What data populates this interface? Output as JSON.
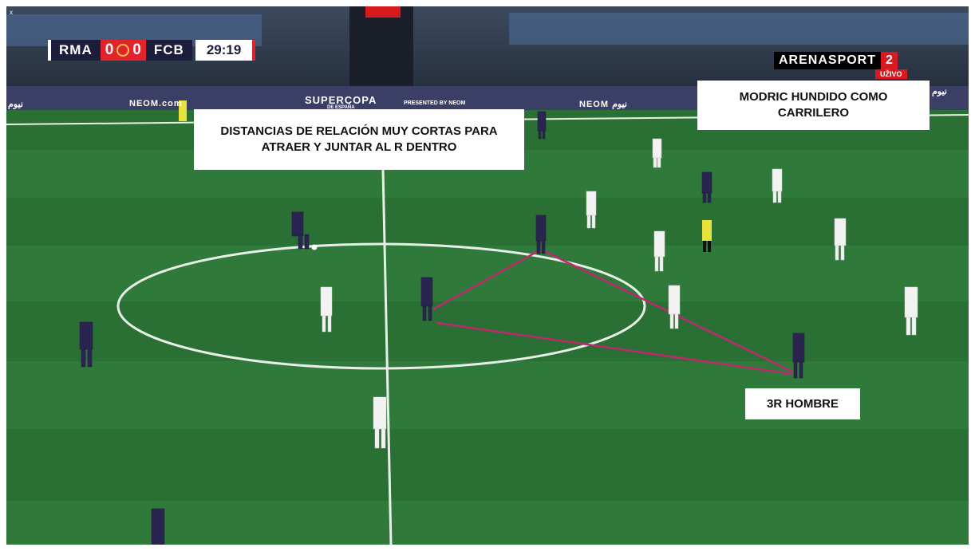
{
  "scoreboard": {
    "home_team": "RMA",
    "home_score": "0",
    "away_score": "0",
    "away_team": "FCB",
    "clock": "29:19"
  },
  "broadcaster": {
    "name": "ARENASPORT",
    "channel": "2",
    "live": "UŽIVO"
  },
  "ad_boards": {
    "left_arabic": "نيوم",
    "neom_com": "NEOM.com",
    "supercopa": "SUPERCOPA",
    "supercopa_sub": "DE ESPAÑA",
    "presented_by": "PRESENTED BY NEOM",
    "neom_right": "NEOM نيوم",
    "right_arabic": "نيوم"
  },
  "annotations": {
    "distances": "DISTANCIAS DE RELACIÓN MUY CORTAS PARA ATRAER Y JUNTAR AL R DENTRO",
    "modric": "MODRIC HUNDIDO COMO CARRILERO",
    "third_man": "3R HOMBRE"
  },
  "corner_mark": "x",
  "colors": {
    "pitch": "#2f7a3a",
    "triangle_lines": "#c0286e",
    "home_kit": "#f2f2f2",
    "away_kit": "#2a2550",
    "scorebug_navy": "#1b1d3a",
    "scorebug_red": "#e3232c"
  }
}
